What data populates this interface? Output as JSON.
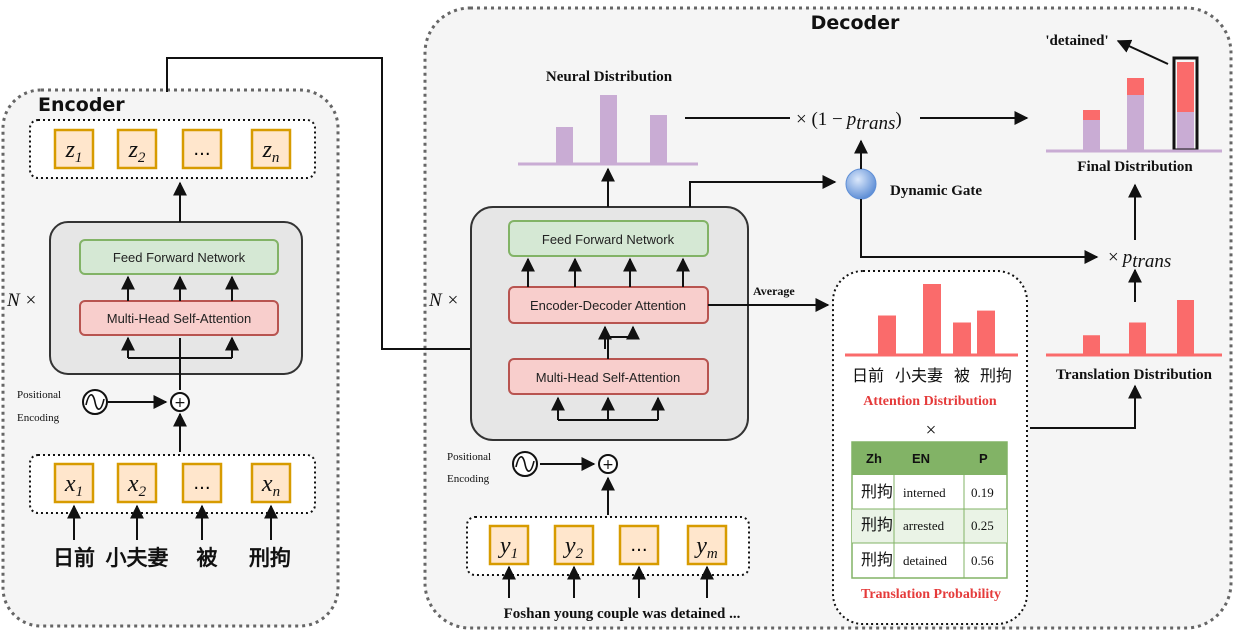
{
  "encoder": {
    "title": "Encoder",
    "outputs": [
      {
        "base": "z",
        "sub": "1"
      },
      {
        "base": "z",
        "sub": "2"
      },
      {
        "base": "...",
        "sub": ""
      },
      {
        "base": "z",
        "sub": "n"
      }
    ],
    "feed_forward": "Feed Forward Network",
    "self_attention": "Multi-Head Self-Attention",
    "repeat": "N ×",
    "positional_1": "Positional",
    "positional_2": "Encoding",
    "inputs": [
      {
        "base": "x",
        "sub": "1"
      },
      {
        "base": "x",
        "sub": "2"
      },
      {
        "base": "...",
        "sub": ""
      },
      {
        "base": "x",
        "sub": "n"
      }
    ],
    "source_words": [
      "日前",
      "小夫妻",
      "被",
      "刑拘"
    ]
  },
  "decoder": {
    "title": "Decoder",
    "neural_distribution": "Neural Distribution",
    "neural_values": [
      0.45,
      0.85,
      0.6
    ],
    "feed_forward": "Feed Forward Network",
    "enc_dec_attention": "Encoder-Decoder Attention",
    "self_attention": "Multi-Head Self-Attention",
    "repeat": "N ×",
    "positional_1": "Positional",
    "positional_2": "Encoding",
    "inputs": [
      {
        "base": "y",
        "sub": "1"
      },
      {
        "base": "y",
        "sub": "2"
      },
      {
        "base": "...",
        "sub": ""
      },
      {
        "base": "y",
        "sub": "m"
      }
    ],
    "target_sentence": "Foshan young couple was detained ...",
    "average_label": "Average",
    "dynamic_gate": "Dynamic Gate",
    "one_minus_prefix": "× (1 −",
    "p_trans": "p",
    "p_trans_sub": "trans",
    "one_minus_suffix": ")",
    "times_p": "×",
    "final_distribution": "Final Distribution",
    "detained_word": "'detained'",
    "translation_distribution": "Translation Distribution",
    "translation_values": [
      0.25,
      0.42,
      0.72
    ],
    "final_values": [
      {
        "neural": 0.3,
        "trans": 0.1
      },
      {
        "neural": 0.55,
        "trans": 0.17
      },
      {
        "neural": 0.38,
        "trans": 0.5
      }
    ]
  },
  "attention_panel": {
    "values": [
      0.55,
      1.0,
      0.45,
      0.62
    ],
    "words": [
      "日前",
      "小夫妻",
      "被",
      "刑拘"
    ],
    "attention_label": "Attention Distribution",
    "times": "×",
    "table_headers": [
      "Zh",
      "EN",
      "P"
    ],
    "table_rows": [
      [
        "刑拘",
        "interned",
        "0.19"
      ],
      [
        "刑拘",
        "arrested",
        "0.25"
      ],
      [
        "刑拘",
        "detained",
        "0.56"
      ]
    ],
    "translation_probability": "Translation Probability"
  },
  "colors": {
    "purple": "#c9acd4",
    "red": "#fa6b6b",
    "green_border": "#82b366",
    "green_fill": "#d5e8d4",
    "red_border": "#b85450",
    "red_fill": "#f8cecc",
    "token_border": "#d79b00",
    "token_fill": "#ffe6cc",
    "gate": "#7ea6e0",
    "panel": "#f5f5f5"
  }
}
